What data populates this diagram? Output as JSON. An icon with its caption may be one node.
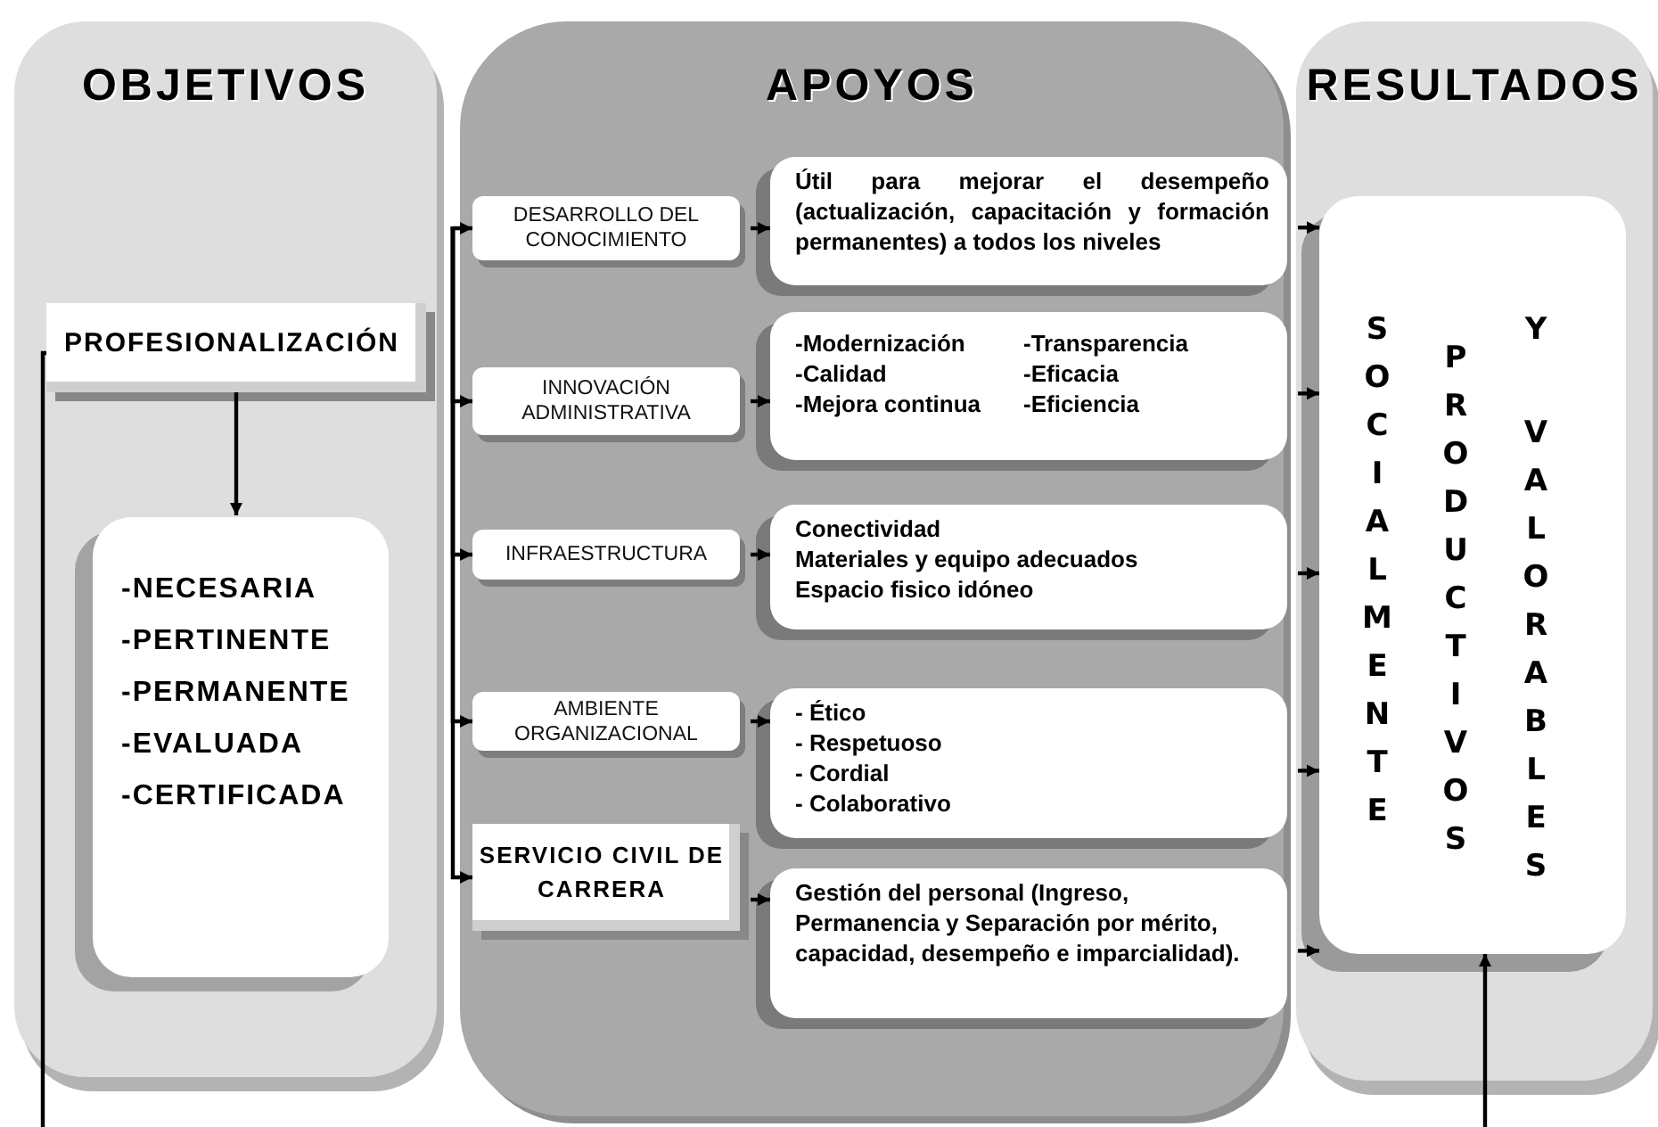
{
  "diagram": {
    "nodes": [
      {
        "text": [
          "OBJETIVOS"
        ]
      },
      {
        "text": [
          "PROFESIONALIZACIÓN"
        ],
        "in": 0
      },
      {
        "text": [
          "-NECESARIA",
          "-PERTINENTE",
          "-PERMANENTE",
          "-EVALUADA",
          "-CERTIFICADA"
        ],
        "in": 0
      },
      {
        "text": [
          "APOYOS"
        ]
      },
      {
        "text": [
          "DESARROLLO DEL CONOCIMIENTO"
        ],
        "in": 3
      },
      {
        "text": [
          "Útil para mejorar el desempeño (actualización, capacitación y formación permanentes) a todos los niveles"
        ],
        "in": 3
      },
      {
        "text": [
          "INNOVACIÓN ADMINISTRATIVA"
        ],
        "in": 3
      },
      {
        "text": [
          "-Modernización",
          "-Transparencia",
          "-Calidad",
          "-Eficacia",
          "-Mejora continua",
          "-Eficiencia"
        ],
        "in": 3
      },
      {
        "text": [
          "INFRAESTRUCTURA"
        ],
        "in": 3
      },
      {
        "text": [
          "Conectividad",
          "Materiales y equipo adecuados",
          "Espacio fisico idóneo"
        ],
        "in": 3
      },
      {
        "text": [
          "AMBIENTE ORGANIZACIONAL"
        ],
        "in": 3
      },
      {
        "text": [
          "- Ético",
          "- Respetuoso",
          "- Cordial",
          "- Colaborativo"
        ],
        "in": 3
      },
      {
        "text": [
          "SERVICIO CIVIL DE CARRERA"
        ],
        "in": 3
      },
      {
        "text": [
          "Gestión del personal (Ingreso, Permanencia y Separación por mérito, capacidad, desempeño e imparcialidad)."
        ],
        "in": 3
      },
      {
        "text": [
          "RESULTADOS"
        ]
      },
      {
        "text": [
          "SOCIALMENTE",
          "PRODUCTIVOS",
          "Y",
          "VALORABLES"
        ],
        "in": 14
      }
    ],
    "edges": [
      {
        "from": 1,
        "to": 2,
        "arrow": "to"
      },
      {
        "from": 1,
        "to": null,
        "arrow": "none"
      },
      {
        "from": null,
        "to": 4,
        "arrow": "to"
      },
      {
        "from": null,
        "to": 6,
        "arrow": "to"
      },
      {
        "from": null,
        "to": 8,
        "arrow": "to"
      },
      {
        "from": null,
        "to": 10,
        "arrow": "to"
      },
      {
        "from": null,
        "to": 12,
        "arrow": "to"
      },
      {
        "from": 4,
        "to": 5,
        "arrow": "to"
      },
      {
        "from": 6,
        "to": 7,
        "arrow": "to"
      },
      {
        "from": 8,
        "to": 9,
        "arrow": "to"
      },
      {
        "from": 10,
        "to": 11,
        "arrow": "to"
      },
      {
        "from": 12,
        "to": 13,
        "arrow": "to"
      },
      {
        "from": 5,
        "to": 15,
        "arrow": "to"
      },
      {
        "from": 7,
        "to": 15,
        "arrow": "to"
      },
      {
        "from": 9,
        "to": 15,
        "arrow": "to"
      },
      {
        "from": 11,
        "to": 15,
        "arrow": "to"
      },
      {
        "from": 13,
        "to": 15,
        "arrow": "to"
      },
      {
        "from": null,
        "to": 15,
        "arrow": "to"
      }
    ]
  }
}
